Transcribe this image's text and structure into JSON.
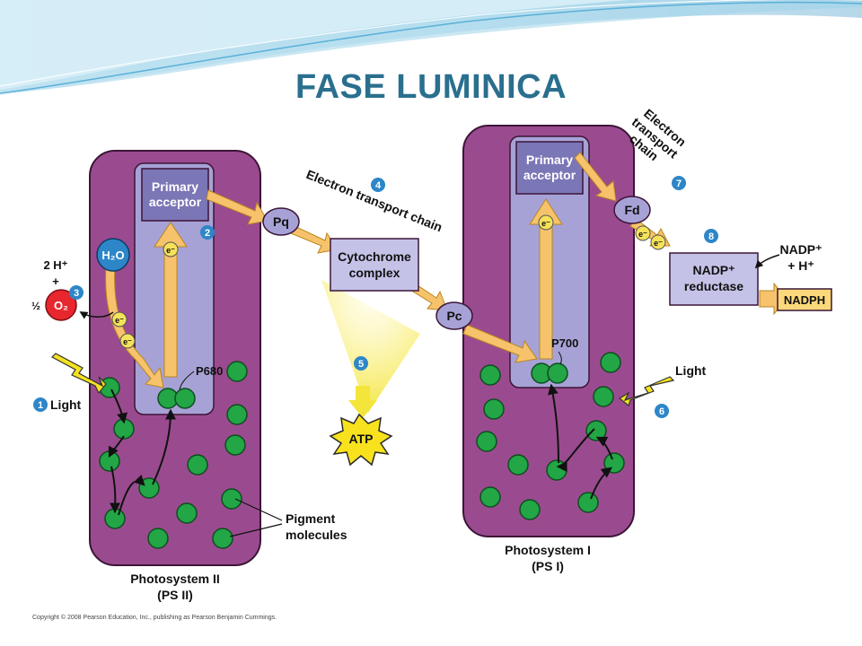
{
  "title": "FASE LUMINICA",
  "colors": {
    "photosystem": "#9a4b8f",
    "photosystem_border": "#3c1537",
    "antenna_center": "#a7a2d6",
    "box": "#c5c2e8",
    "arrow": "#f6c36c",
    "pigment": "#22a646",
    "step_badge": "#2d86c8",
    "o2": "#e8262e",
    "nadph": "#fbd87a",
    "header_wave": "#7ec4e4"
  },
  "labels": {
    "primary_acceptor_2_line1": "Primary",
    "primary_acceptor_2_line2": "acceptor",
    "primary_acceptor_1_line1": "Primary",
    "primary_acceptor_1_line2": "acceptor",
    "etc_main": "Electron transport chain",
    "etc2_line1": "Electron",
    "etc2_line2": "transport",
    "etc2_line3": "chain",
    "pq": "Pq",
    "pc": "Pc",
    "fd": "Fd",
    "cytochrome_line1": "Cytochrome",
    "cytochrome_line2": "complex",
    "reductase_line1": "NADP⁺",
    "reductase_line2": "reductase",
    "nadp_line1": "NADP⁺",
    "nadp_line2": "+ H⁺",
    "nadph": "NADPH",
    "atp": "ATP",
    "p680": "P680",
    "p700": "P700",
    "h2o": "H₂O",
    "two_h": "2 H⁺",
    "plus": "+",
    "half": "½",
    "o2": "O₂",
    "electron": "e⁻",
    "light_1": "Light",
    "light_2": "Light",
    "pigment_line1": "Pigment",
    "pigment_line2": "molecules",
    "ps2_line1": "Photosystem II",
    "ps2_line2": "(PS II)",
    "ps1_line1": "Photosystem I",
    "ps1_line2": "(PS I)",
    "copyright": "Copyright © 2008 Pearson Education, Inc., publishing as Pearson Benjamin Cummings."
  },
  "steps": [
    "1",
    "2",
    "3",
    "4",
    "5",
    "6",
    "7",
    "8"
  ]
}
